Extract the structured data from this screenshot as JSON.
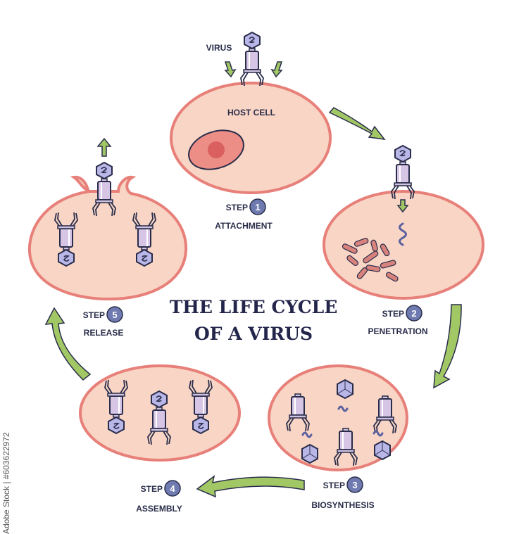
{
  "title": {
    "line1": "THE LIFE CYCLE",
    "line2": "OF A VIRUS"
  },
  "virus_label": "VIRUS",
  "host_cell_label": "HOST CELL",
  "step_word": "STEP",
  "steps": [
    {
      "number": "1",
      "name": "ATTACHMENT"
    },
    {
      "number": "2",
      "name": "PENETRATION"
    },
    {
      "number": "3",
      "name": "BIOSYNTHESIS"
    },
    {
      "number": "4",
      "name": "ASSEMBLY"
    },
    {
      "number": "5",
      "name": "RELEASE"
    }
  ],
  "watermark": "Adobe Stock | #603622972",
  "colors": {
    "cell_fill": "#f8d5c5",
    "cell_stroke": "#e8807a",
    "arrow": "#a2c866",
    "virus_body": "#d7c5e6",
    "virus_head": "#b9b6e8",
    "step_badge": "#6e7ab0",
    "text": "#2a2d4a"
  }
}
